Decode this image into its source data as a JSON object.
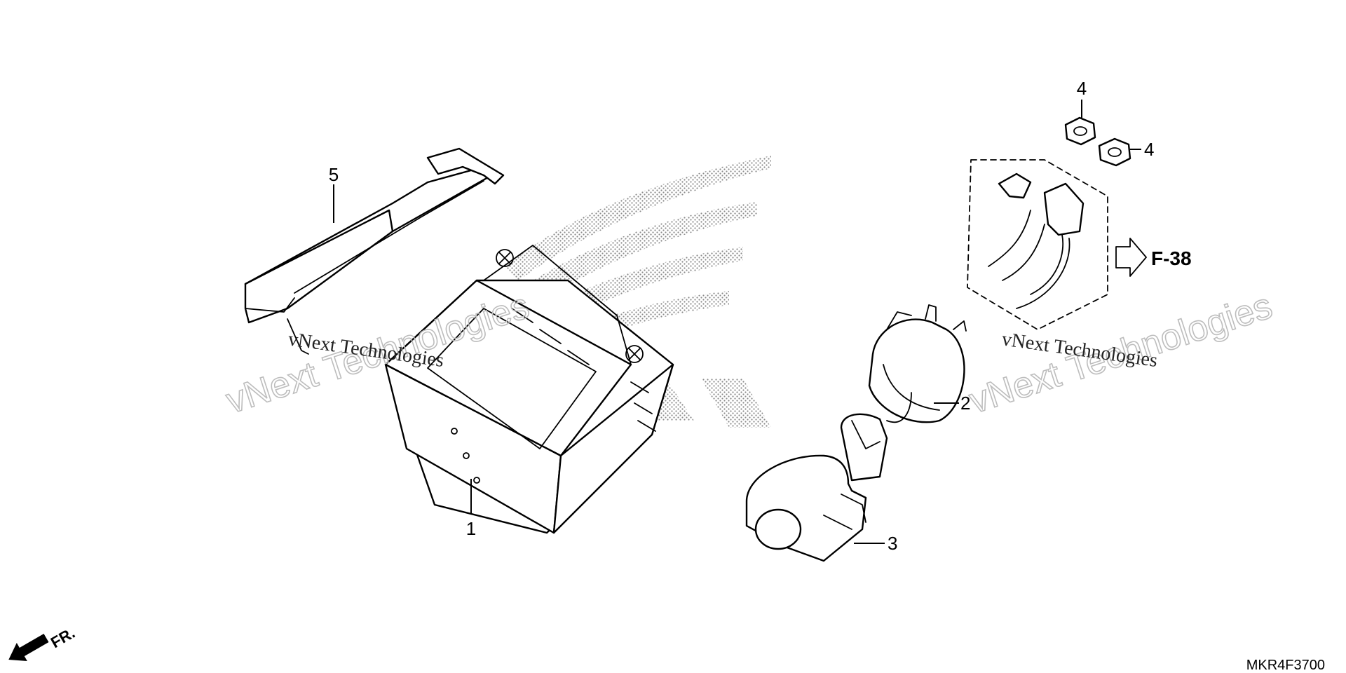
{
  "callouts": [
    {
      "id": "1",
      "label": "1"
    },
    {
      "id": "2",
      "label": "2"
    },
    {
      "id": "3",
      "label": "3"
    },
    {
      "id": "4a",
      "label": "4"
    },
    {
      "id": "4b",
      "label": "4"
    },
    {
      "id": "5",
      "label": "5"
    }
  ],
  "reference": {
    "label": "F-38"
  },
  "front_marker": {
    "label": "FR."
  },
  "diagram_code": "MKR4F3700",
  "watermark": {
    "left_small": "vNext Technologies",
    "left_big": "vNext Technologies",
    "right_small": "vNext Technologies",
    "right_big": "vNext Technologies"
  },
  "icons": [
    "dotted-wing-logo",
    "right-outline-arrow-icon",
    "front-arrow-icon"
  ]
}
